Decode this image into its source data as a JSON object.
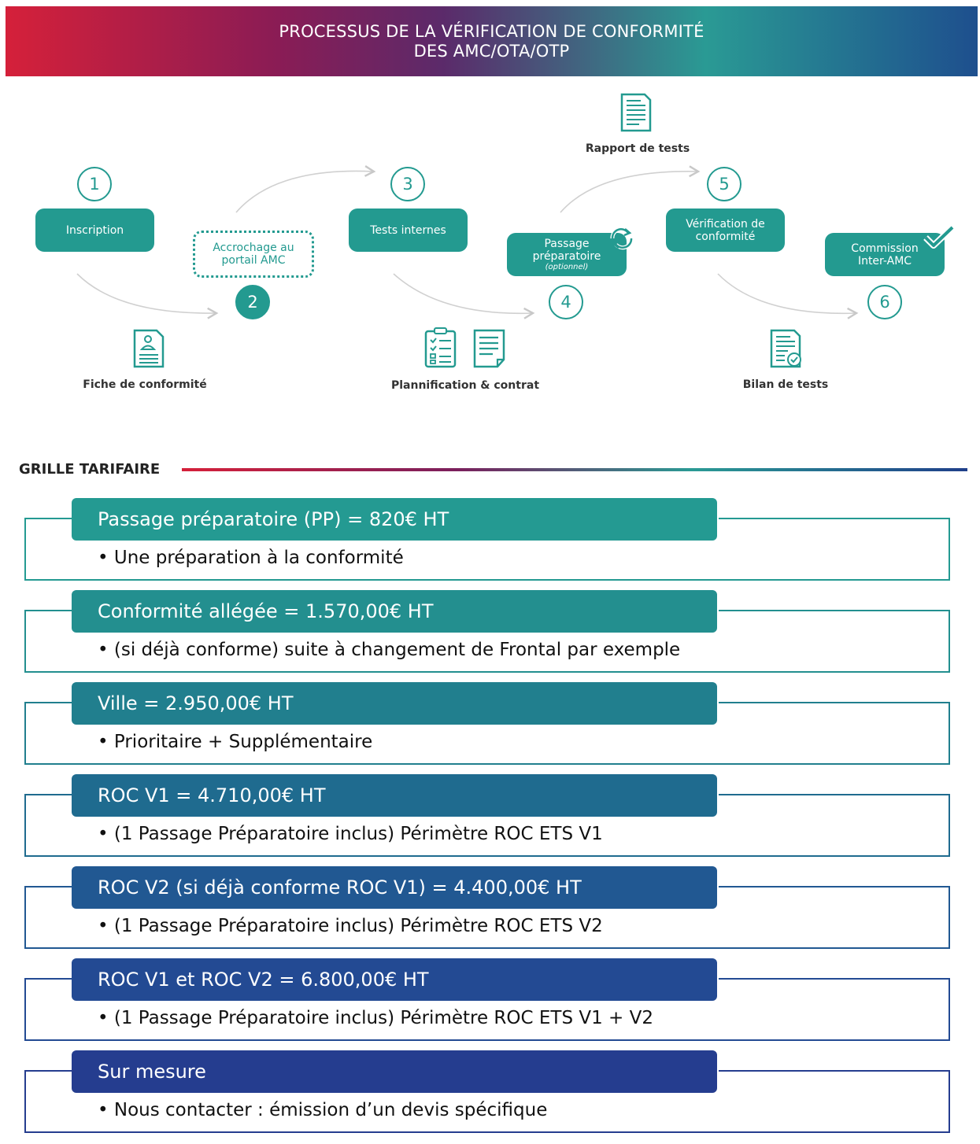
{
  "banner": {
    "line1": "PROCESSUS DE LA VÉRIFICATION DE CONFORMITÉ",
    "line2": "DES AMC/OTA/OTP"
  },
  "process": {
    "steps": [
      {
        "number": "1",
        "label": "Inscription"
      },
      {
        "number": "2",
        "label": "Accrochage au portail AMC"
      },
      {
        "number": "3",
        "label": "Tests internes"
      },
      {
        "number": "4",
        "label": "Passage préparatoire",
        "sublabel": "(optionnel)"
      },
      {
        "number": "5",
        "label": "Vérification de conformité"
      },
      {
        "number": "6",
        "label": "Commission Inter-AMC"
      }
    ],
    "documents": [
      {
        "label": "Fiche de conformité",
        "icon": "user-document-icon"
      },
      {
        "label": "Plannification & contrat",
        "icon": "checklist-icon"
      },
      {
        "label": "Rapport de tests",
        "icon": "report-document-icon"
      },
      {
        "label": "Bilan de tests",
        "icon": "report-check-icon"
      }
    ]
  },
  "grille": {
    "title": "GRILLE TARIFAIRE",
    "items": [
      {
        "head": "Passage préparatoire (PP) = 820€ HT",
        "body": "• Une préparation à la conformité",
        "color": "#249a92"
      },
      {
        "head": "Conformité allégée = 1.570,00€ HT",
        "body": "• (si déjà conforme) suite à changement de Frontal par exemple",
        "color": "#238f8f"
      },
      {
        "head": "Ville = 2.950,00€ HT",
        "body": "• Prioritaire + Supplémentaire",
        "color": "#217f8e"
      },
      {
        "head": "ROC V1 = 4.710,00€ HT",
        "body": "• (1 Passage Préparatoire inclus) Périmètre ROC ETS V1",
        "color": "#1f6b8f"
      },
      {
        "head": "ROC V2 (si déjà conforme ROC V1) = 4.400,00€ HT",
        "body": "• (1 Passage Préparatoire inclus) Périmètre ROC ETS V2",
        "color": "#215892"
      },
      {
        "head": "ROC V1 et ROC V2 = 6.800,00€ HT",
        "body": "• (1 Passage Préparatoire inclus) Périmètre ROC ETS V1 + V2",
        "color": "#234a93"
      },
      {
        "head": "Sur mesure",
        "body": "• Nous contacter : émission d’un devis spécifique",
        "color": "#253d8f"
      }
    ]
  }
}
